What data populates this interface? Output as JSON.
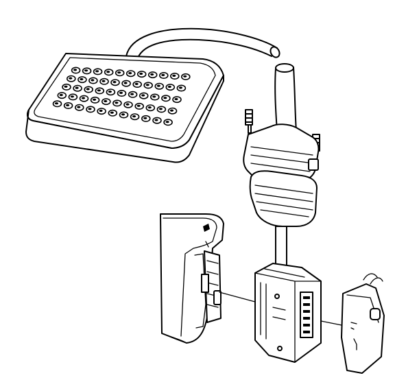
{
  "diagram": {
    "background": "#ffffff",
    "line_color": "#000000",
    "keypad": {
      "rows": 5,
      "cols": 11
    },
    "parts": [
      "keypad",
      "cable",
      "sub-d-connector-housing",
      "terminal-connector-block",
      "cartridge-module",
      "device-housing-slot"
    ]
  }
}
